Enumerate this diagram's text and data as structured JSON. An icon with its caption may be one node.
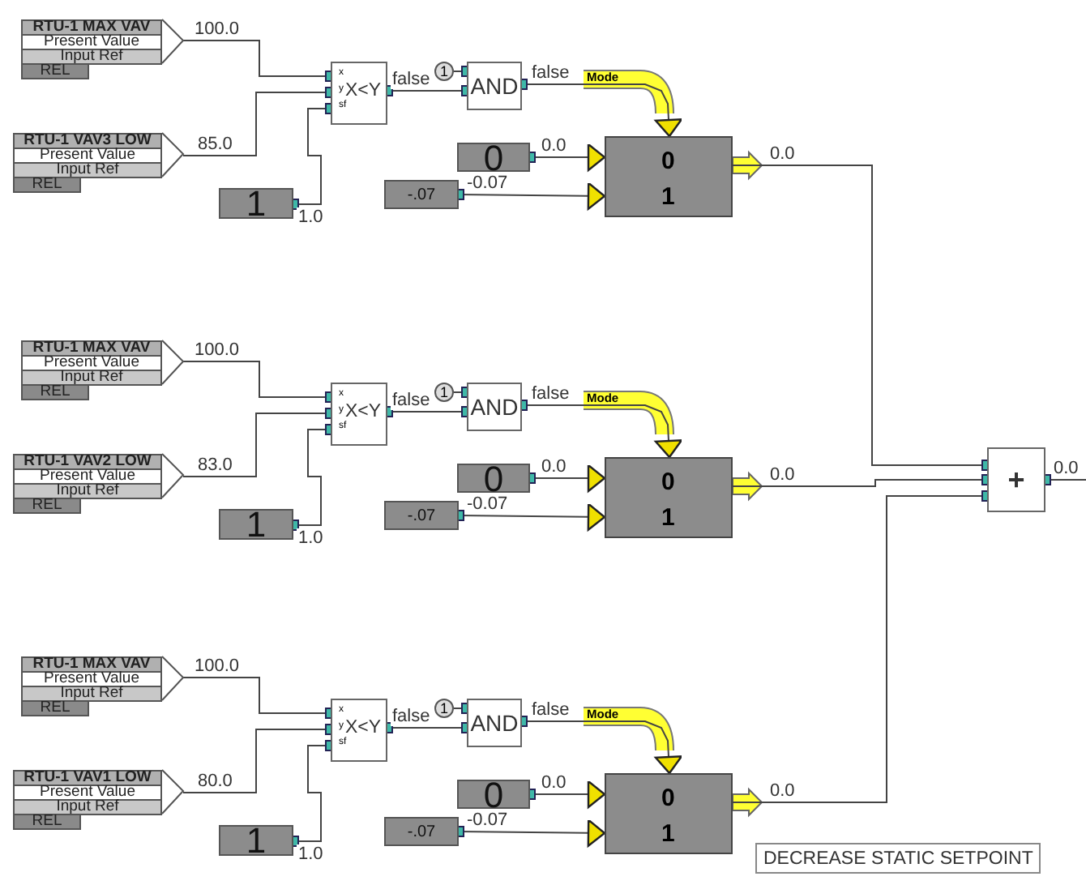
{
  "diagram": {
    "nodes": [
      {
        "text": [
          "RTU-1 MAX VAV",
          "Present Value",
          "Input Ref",
          "REL"
        ]
      },
      {
        "text": [
          "RTU-1 VAV3 LOW",
          "Present Value",
          "Input Ref",
          "REL"
        ]
      },
      {
        "text": [
          "x",
          "y",
          "sf",
          "X<Y"
        ]
      },
      {
        "text": [
          "1"
        ]
      },
      {
        "text": [
          "1"
        ]
      },
      {
        "text": [
          "AND"
        ]
      },
      {
        "text": [
          "0"
        ]
      },
      {
        "text": [
          "-.07"
        ]
      },
      {
        "text": [
          "0",
          "1"
        ]
      },
      {
        "text": [
          "RTU-1 MAX VAV",
          "Present Value",
          "Input Ref",
          "REL"
        ]
      },
      {
        "text": [
          "RTU-1 VAV2 LOW",
          "Present Value",
          "Input Ref",
          "REL"
        ]
      },
      {
        "text": [
          "x",
          "y",
          "sf",
          "X<Y"
        ]
      },
      {
        "text": [
          "1"
        ]
      },
      {
        "text": [
          "1"
        ]
      },
      {
        "text": [
          "AND"
        ]
      },
      {
        "text": [
          "0"
        ]
      },
      {
        "text": [
          "-.07"
        ]
      },
      {
        "text": [
          "0",
          "1"
        ]
      },
      {
        "text": [
          "RTU-1 MAX VAV",
          "Present Value",
          "Input Ref",
          "REL"
        ]
      },
      {
        "text": [
          "RTU-1 VAV1 LOW",
          "Present Value",
          "Input Ref",
          "REL"
        ]
      },
      {
        "text": [
          "x",
          "y",
          "sf",
          "X<Y"
        ]
      },
      {
        "text": [
          "1"
        ]
      },
      {
        "text": [
          "1"
        ]
      },
      {
        "text": [
          "AND"
        ]
      },
      {
        "text": [
          "0"
        ]
      },
      {
        "text": [
          "-.07"
        ]
      },
      {
        "text": [
          "0",
          "1"
        ]
      },
      {
        "text": [
          "+"
        ]
      },
      {
        "text": [
          "DECREASE STATIC SETPOINT"
        ]
      }
    ],
    "edges": [
      {
        "from": 0,
        "to": 2,
        "arrow": "none",
        "label": "100.0"
      },
      {
        "from": 1,
        "to": 2,
        "arrow": "none",
        "label": "85.0"
      },
      {
        "from": 3,
        "to": 2,
        "arrow": "none",
        "label": "1.0"
      },
      {
        "from": 2,
        "to": 5,
        "arrow": "none",
        "label": "false"
      },
      {
        "from": 4,
        "to": 5,
        "arrow": "none"
      },
      {
        "from": 5,
        "to": 8,
        "arrow": "to",
        "label": "false"
      },
      {
        "from": 6,
        "to": 8,
        "arrow": "to",
        "label": "0.0"
      },
      {
        "from": 7,
        "to": 8,
        "arrow": "to",
        "label": "-0.07"
      },
      {
        "from": 9,
        "to": 11,
        "arrow": "none",
        "label": "100.0"
      },
      {
        "from": 10,
        "to": 11,
        "arrow": "none",
        "label": "83.0"
      },
      {
        "from": 12,
        "to": 11,
        "arrow": "none",
        "label": "1.0"
      },
      {
        "from": 11,
        "to": 14,
        "arrow": "none",
        "label": "false"
      },
      {
        "from": 13,
        "to": 14,
        "arrow": "none"
      },
      {
        "from": 14,
        "to": 17,
        "arrow": "to",
        "label": "false"
      },
      {
        "from": 15,
        "to": 17,
        "arrow": "to",
        "label": "0.0"
      },
      {
        "from": 16,
        "to": 17,
        "arrow": "to",
        "label": "-0.07"
      },
      {
        "from": 18,
        "to": 20,
        "arrow": "none",
        "label": "100.0"
      },
      {
        "from": 19,
        "to": 20,
        "arrow": "none",
        "label": "80.0"
      },
      {
        "from": 21,
        "to": 20,
        "arrow": "none",
        "label": "1.0"
      },
      {
        "from": 20,
        "to": 23,
        "arrow": "none",
        "label": "false"
      },
      {
        "from": 22,
        "to": 23,
        "arrow": "none"
      },
      {
        "from": 23,
        "to": 26,
        "arrow": "to",
        "label": "false"
      },
      {
        "from": 24,
        "to": 26,
        "arrow": "to",
        "label": "0.0"
      },
      {
        "from": 25,
        "to": 26,
        "arrow": "to",
        "label": "-0.07"
      },
      {
        "from": 8,
        "to": 27,
        "arrow": "none",
        "label": "0.0"
      },
      {
        "from": 17,
        "to": 27,
        "arrow": "none",
        "label": "0.0"
      },
      {
        "from": 26,
        "to": 27,
        "arrow": "none",
        "label": "0.0"
      },
      {
        "from": 27,
        "to": null,
        "arrow": "none",
        "label": "0.0"
      }
    ],
    "labels": [
      "Mode",
      "Mode",
      "Mode"
    ]
  }
}
